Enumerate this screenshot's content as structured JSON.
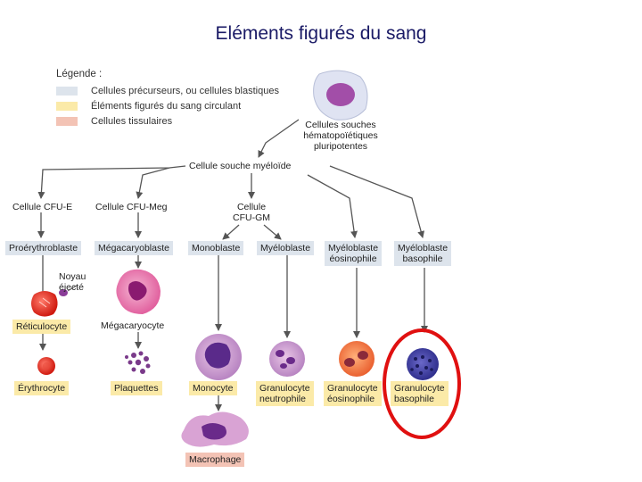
{
  "title": "Eléments figurés du sang",
  "legend": {
    "title": "Légende :",
    "items": [
      {
        "label": "Cellules précurseurs, ou cellules blastiques",
        "color": "#dde4ec"
      },
      {
        "label": "Éléments figurés du sang circulant",
        "color": "#fbeaa8"
      },
      {
        "label": "Cellules tissulaires",
        "color": "#f3c3b5"
      }
    ]
  },
  "stem": {
    "hematopoietic": [
      "Cellules souches",
      "hématopoïétiques",
      "pluripotentes"
    ],
    "myeloid": "Cellule souche myéloïde"
  },
  "progenitors": {
    "cfu_e": "Cellule CFU-E",
    "cfu_meg": "Cellule CFU-Meg",
    "cfu_gm": [
      "Cellule",
      "CFU-GM"
    ]
  },
  "blasts": {
    "proerythroblast": "Proérythroblaste",
    "megakaryoblast": "Mégacaryoblaste",
    "monoblast": "Monoblaste",
    "myeloblast": "Myéloblaste",
    "eosinophil_myeloblast": [
      "Myéloblaste",
      "éosinophile"
    ],
    "basophil_myeloblast": [
      "Myéloblaste",
      "basophile"
    ]
  },
  "intermediate": {
    "ejected_nucleus": [
      "Noyau",
      "éjecté"
    ],
    "reticulocyte": "Réticulocyte",
    "megakaryocyte": "Mégacaryocyte"
  },
  "mature": {
    "erythrocyte": "Érythrocyte",
    "platelets": "Plaquettes",
    "monocyte": "Monocyte",
    "neutrophil": [
      "Granulocyte",
      "neutrophile"
    ],
    "eosinophil": [
      "Granulocyte",
      "éosinophile"
    ],
    "basophil": [
      "Granulocyte",
      "basophile"
    ],
    "macrophage": "Macrophage"
  },
  "colors": {
    "title": "#1a1a66",
    "arrow": "#555555",
    "highlight": "#e01010"
  }
}
